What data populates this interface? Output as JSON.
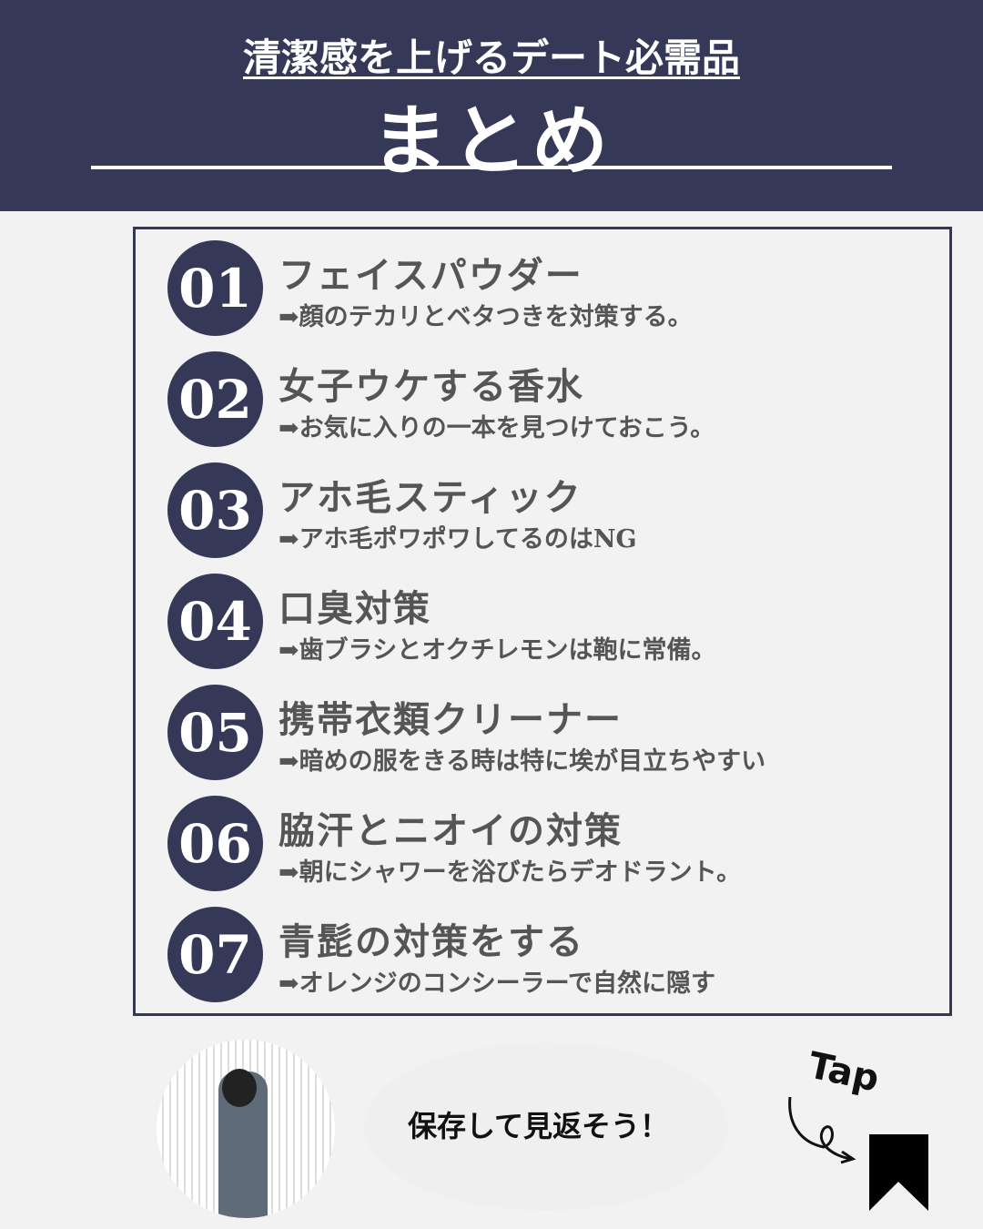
{
  "header": {
    "subtitle": "清潔感を上げるデート必需品",
    "title": "まとめ"
  },
  "items": [
    {
      "num": "01",
      "title": "フェイスパウダー",
      "desc": "➡顔のテカリとベタつきを対策する。"
    },
    {
      "num": "02",
      "title": "女子ウケする香水",
      "desc": "➡お気に入りの一本を見つけておこう。"
    },
    {
      "num": "03",
      "title": "アホ毛スティック",
      "desc": "➡アホ毛ポワポワしてるのはNG"
    },
    {
      "num": "04",
      "title": "口臭対策",
      "desc": "➡歯ブラシとオクチレモンは鞄に常備。"
    },
    {
      "num": "05",
      "title": "携帯衣類クリーナー",
      "desc": "➡暗めの服をきる時は特に埃が目立ちやすい"
    },
    {
      "num": "06",
      "title": "脇汗とニオイの対策",
      "desc": "➡朝にシャワーを浴びたらデオドラント。"
    },
    {
      "num": "07",
      "title": "青髭の対策をする",
      "desc": "➡オレンジのコンシーラーで自然に隠す"
    }
  ],
  "footer": {
    "bubble": "保存して見返そう！",
    "tap": "Tap"
  },
  "colors": {
    "navy": "#353857",
    "bg": "#f2f2f2",
    "text": "#555555"
  }
}
